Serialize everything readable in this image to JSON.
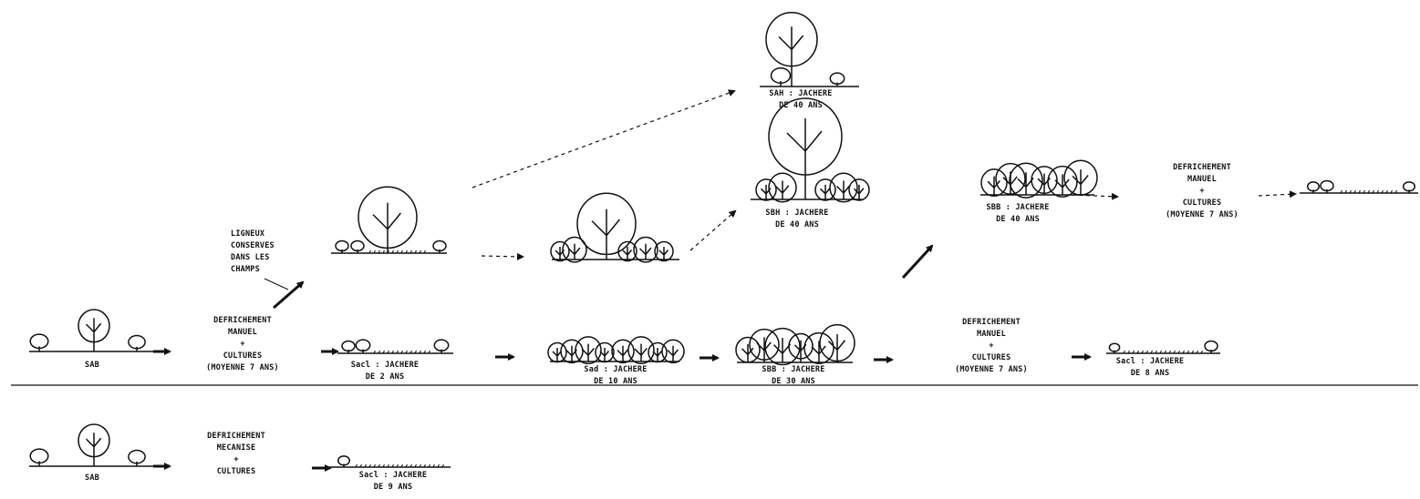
{
  "nodes": {
    "sab_top": {
      "label": "SAB"
    },
    "defrichement_manuel_1": {
      "lines": [
        "DEFRICHEMENT",
        "MANUEL",
        "+",
        "CULTURES",
        "(MOYENNE 7 ANS)"
      ]
    },
    "sacl_2": {
      "lines": [
        "Sacl : JACHERE",
        "DE 2 ANS"
      ]
    },
    "sad_10": {
      "lines": [
        "Sad : JACHERE",
        "DE 10 ANS"
      ]
    },
    "sbb_30": {
      "lines": [
        "SBB : JACHERE",
        "DE 30 ANS"
      ]
    },
    "defrichement_manuel_2": {
      "lines": [
        "DEFRICHEMENT",
        "MANUEL",
        "+",
        "CULTURES",
        "(MOYENNE 7 ANS)"
      ]
    },
    "sacl_8": {
      "lines": [
        "Sacl : JACHERE",
        "DE 8 ANS"
      ]
    },
    "ligneux": {
      "lines": [
        "LIGNEUX",
        "CONSERVES",
        "DANS LES",
        "CHAMPS"
      ]
    },
    "sah_40": {
      "lines": [
        "SAH : JACHERE",
        "DE 40 ANS"
      ]
    },
    "sbh_40": {
      "lines": [
        "SBH : JACHERE",
        "DE 40 ANS"
      ]
    },
    "sbb_40": {
      "lines": [
        "SBB : JACHERE",
        "DE 40 ANS"
      ]
    },
    "defrichement_manuel_3": {
      "lines": [
        "DEFRICHEMENT",
        "MANUEL",
        "+",
        "CULTURES",
        "(MOYENNE 7 ANS)"
      ]
    },
    "sab_bottom": {
      "label": "SAB"
    },
    "defrichement_mecanise": {
      "lines": [
        "DEFRICHEMENT",
        "MECANISE",
        "+",
        "CULTURES"
      ]
    },
    "sacl_9": {
      "lines": [
        "Sacl : JACHERE",
        "DE 9 ANS"
      ]
    }
  }
}
